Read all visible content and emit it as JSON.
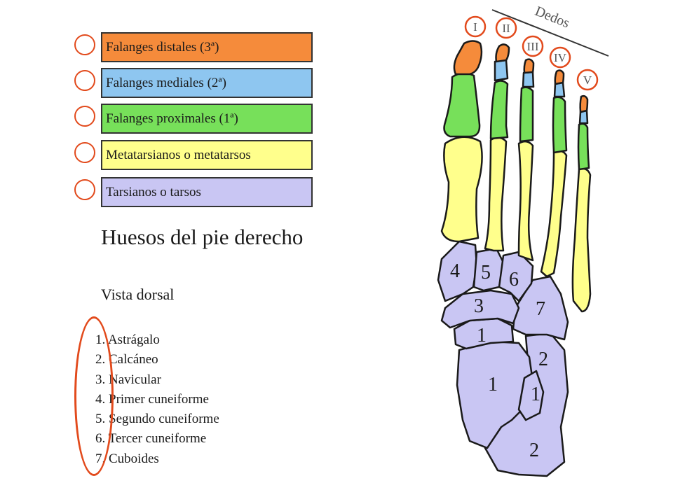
{
  "legend": [
    {
      "label": "Falanges distales (3ª)",
      "color": "#f58b3b"
    },
    {
      "label": "Falanges mediales (2ª)",
      "color": "#8ec6f0"
    },
    {
      "label": "Falanges proximales (1ª)",
      "color": "#77e05a"
    },
    {
      "label": "Metatarsianos o metatarsos",
      "color": "#ffff8c"
    },
    {
      "label": "Tarsianos o tarsos",
      "color": "#c9c6f3"
    }
  ],
  "title": "Huesos del pie derecho",
  "subtitle": "Vista dorsal",
  "bones": [
    "1. Astrágalo",
    "2. Calcáneo",
    "3. Navicular",
    "4. Primer cuneiforme",
    "5. Segundo cuneiforme",
    "6. Tercer cuneiforme",
    "7. Cuboides"
  ],
  "diagram": {
    "toes_label": "Dedos",
    "toe_numerals": [
      "I",
      "II",
      "III",
      "IV",
      "V"
    ],
    "tarsal_numbers": [
      "4",
      "5",
      "6",
      "3",
      "7",
      "1",
      "2",
      "1",
      "1",
      "2"
    ]
  },
  "colors": {
    "annotation": "#e24a1c",
    "distal": "#f58b3b",
    "medial": "#8ec6f0",
    "proximal": "#77e05a",
    "metatarsal": "#ffff8c",
    "tarsal": "#c9c6f3",
    "outline": "#1a1a1a"
  }
}
